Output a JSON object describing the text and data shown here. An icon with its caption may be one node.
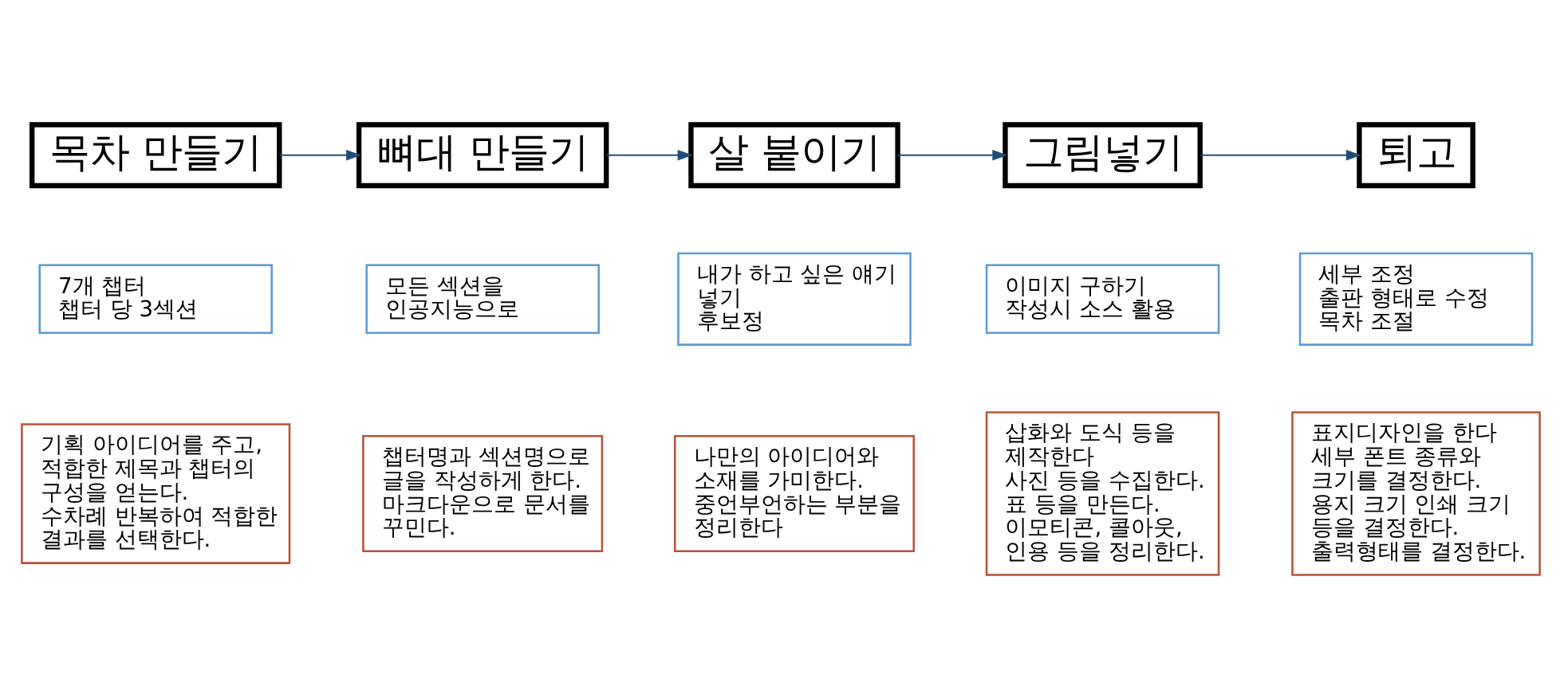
{
  "diagram": {
    "nodes": [
      {
        "text": [
          "목차 만들기"
        ]
      },
      {
        "text": [
          "뼈대 만들기"
        ]
      },
      {
        "text": [
          "살 붙이기"
        ]
      },
      {
        "text": [
          "그림넣기"
        ]
      },
      {
        "text": [
          "퇴고"
        ]
      },
      {
        "text": [
          "7개 챕터",
          "챕터 당 3섹션"
        ]
      },
      {
        "text": [
          "모든 섹션을 인공지능으로"
        ]
      },
      {
        "text": [
          "내가 하고 싶은 얘기 넣기",
          "후보정"
        ]
      },
      {
        "text": [
          "이미지 구하기",
          "작성시 소스 활용"
        ]
      },
      {
        "text": [
          "세부 조정",
          "출판 형태로 수정",
          "목차 조절"
        ]
      },
      {
        "text": [
          "기획 아이디어를 주고, 적합한 제목과 챕터의 구성을 얻는다.",
          "수차례 반복하여 적합한 결과를 선택한다."
        ]
      },
      {
        "text": [
          "챕터명과 섹션명으로 글을 작성하게 한다.",
          "마크다운으로 문서를 꾸민다."
        ]
      },
      {
        "text": [
          "나만의 아이디어와 소재를 가미한다.",
          "중언부언하는 부분을 정리한다"
        ]
      },
      {
        "text": [
          "삽화와 도식 등을 제작한다",
          "사진 등을 수집한다.",
          "표 등을 만든다.",
          "이모티콘, 콜아웃, 인용 등을 정리한다."
        ]
      },
      {
        "text": [
          "표지디자인을 한다",
          "세부 폰트 종류와 크기를 결정한다.",
          "용지 크기 인쇄 크기 등을 결정한다.",
          "출력형태를 결정한다."
        ]
      }
    ],
    "edges": [
      {
        "from": 0,
        "to": 1,
        "arrow": "to"
      },
      {
        "from": 1,
        "to": 2,
        "arrow": "to"
      },
      {
        "from": 2,
        "to": 3,
        "arrow": "to"
      },
      {
        "from": 3,
        "to": 4,
        "arrow": "to"
      }
    ]
  }
}
